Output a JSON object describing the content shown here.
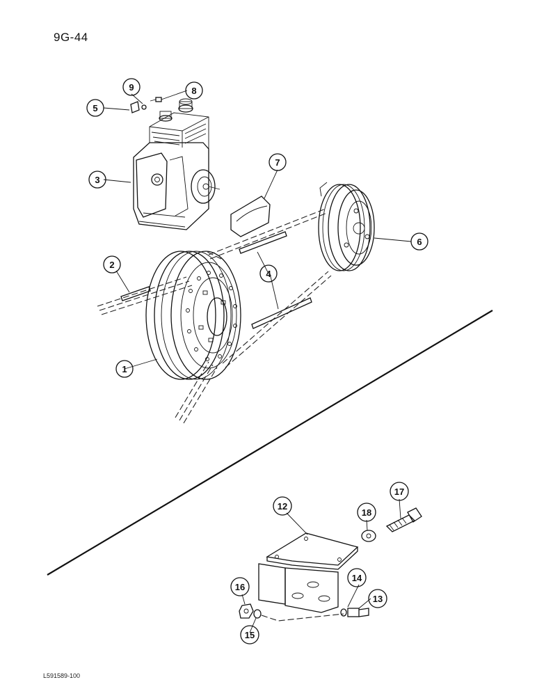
{
  "page": {
    "number": "9G-44",
    "ref_code": "L591589-100"
  },
  "callouts": [
    {
      "id": "callout-1",
      "label": "1"
    },
    {
      "id": "callout-2",
      "label": "2"
    },
    {
      "id": "callout-3",
      "label": "3"
    },
    {
      "id": "callout-4",
      "label": "4"
    },
    {
      "id": "callout-5",
      "label": "5"
    },
    {
      "id": "callout-6",
      "label": "6"
    },
    {
      "id": "callout-7",
      "label": "7"
    },
    {
      "id": "callout-8",
      "label": "8"
    },
    {
      "id": "callout-9",
      "label": "9"
    },
    {
      "id": "callout-12",
      "label": "12"
    },
    {
      "id": "callout-13",
      "label": "13"
    },
    {
      "id": "callout-14",
      "label": "14"
    },
    {
      "id": "callout-15",
      "label": "15"
    },
    {
      "id": "callout-16",
      "label": "16"
    },
    {
      "id": "callout-17",
      "label": "17"
    },
    {
      "id": "callout-18",
      "label": "18"
    }
  ]
}
